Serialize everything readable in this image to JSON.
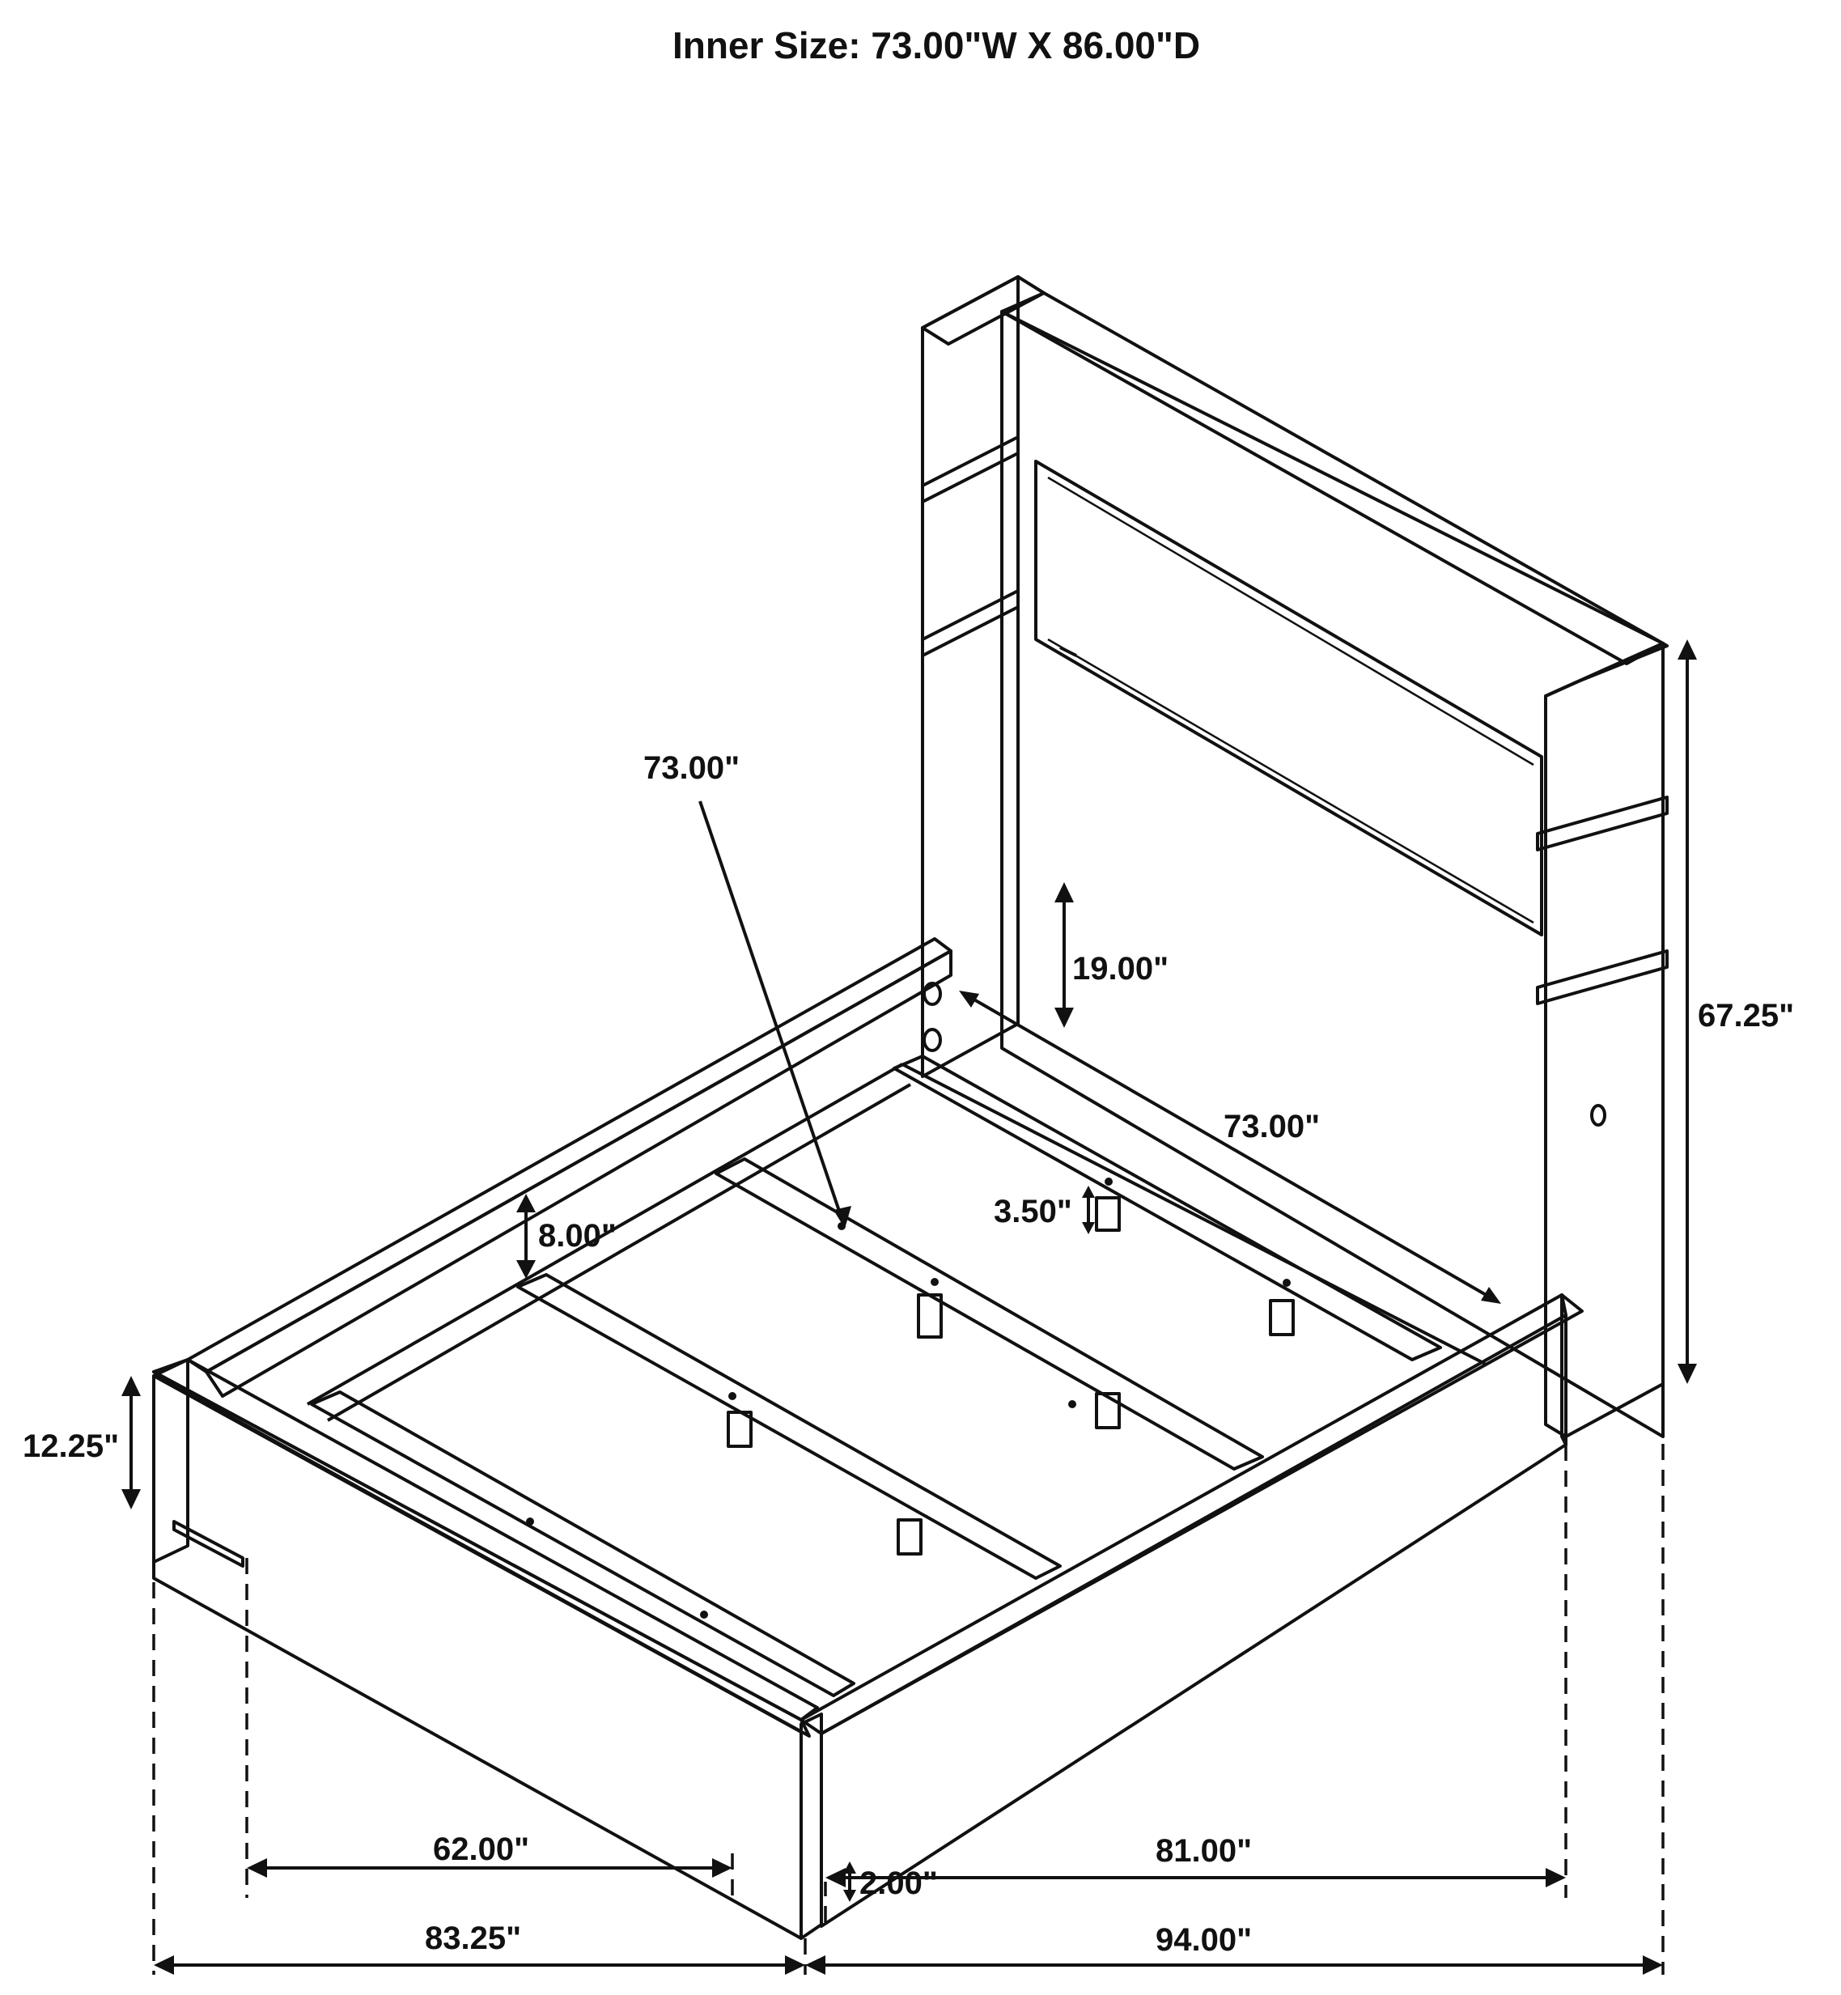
{
  "title": "Inner Size: 73.00\"W X 86.00\"D",
  "dimensions": {
    "inner_width_diagonal": "73.00\"",
    "inner_width_back": "73.00\"",
    "headboard_panel_drop": "19.00\"",
    "overall_height": "67.25\"",
    "slat_leg_height": "3.50\"",
    "frame_depth": "8.00\"",
    "side_rail_height": "12.25\"",
    "clearance": "2.00\"",
    "inner_length_front": "62.00\"",
    "overall_width_front": "83.25\"",
    "inner_length_side": "81.00\"",
    "overall_length_side": "94.00\""
  }
}
